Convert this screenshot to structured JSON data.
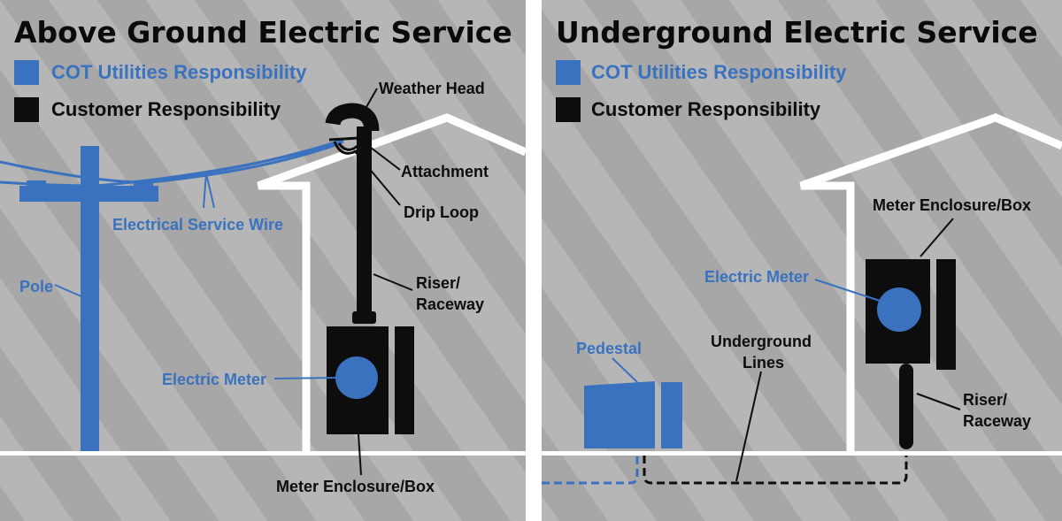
{
  "colors": {
    "blue": "#3a72bf",
    "black": "#0d0d0d",
    "white": "#ffffff",
    "stripe_light": "#b6b6b6",
    "stripe_dark": "#a6a6a6"
  },
  "left": {
    "title": "Above Ground Electric Service",
    "legend": [
      {
        "label": "COT Utilities Responsibility",
        "color": "#3a72bf"
      },
      {
        "label": "Customer Responsibility",
        "color": "#0d0d0d"
      }
    ],
    "labels": {
      "weather_head": "Weather Head",
      "attachment": "Attachment",
      "drip_loop": "Drip Loop",
      "service_wire": "Electrical Service Wire",
      "pole": "Pole",
      "riser_line1": "Riser/",
      "riser_line2": "Raceway",
      "electric_meter": "Electric Meter",
      "meter_box": "Meter Enclosure/Box"
    }
  },
  "right": {
    "title": "Underground Electric Service",
    "legend": [
      {
        "label": "COT Utilities Responsibility",
        "color": "#3a72bf"
      },
      {
        "label": "Customer Responsibility",
        "color": "#0d0d0d"
      }
    ],
    "labels": {
      "meter_box": "Meter Enclosure/Box",
      "electric_meter": "Electric Meter",
      "pedestal": "Pedestal",
      "underground_line1": "Underground",
      "underground_line2": "Lines",
      "riser_line1": "Riser/",
      "riser_line2": "Raceway"
    }
  }
}
